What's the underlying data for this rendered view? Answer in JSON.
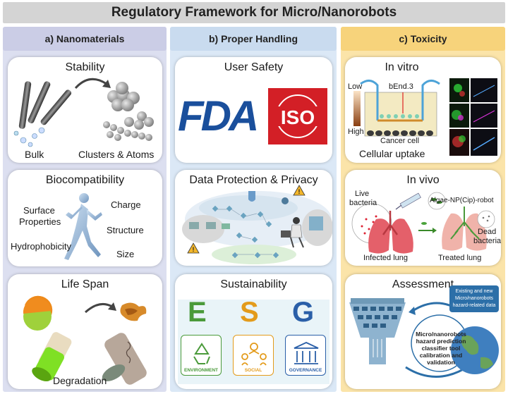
{
  "title": "Regulatory Framework for Micro/Nanorobots",
  "columns": {
    "a": {
      "header": "a) Nanomaterials",
      "stability": {
        "title": "Stability",
        "bulk": "Bulk",
        "clusters": "Clusters & Atoms"
      },
      "biocompat": {
        "title": "Biocompatibility",
        "surface_line1": "Surface",
        "surface_line2": "Properties",
        "charge": "Charge",
        "structure": "Structure",
        "hydrophobicity": "Hydrophobicity",
        "size": "Size"
      },
      "lifespan": {
        "title": "Life Span",
        "degradation": "Degradation"
      }
    },
    "b": {
      "header": "b) Proper Handling",
      "safety": {
        "title": "User Safety",
        "fda": "FDA",
        "iso": "ISO"
      },
      "privacy": {
        "title": "Data Protection & Privacy"
      },
      "sustain": {
        "title": "Sustainability",
        "e": "E",
        "s": "S",
        "g": "G",
        "environment": "ENVIRONMENT",
        "social": "SOCIAL",
        "governance": "GOVERNANCE"
      }
    },
    "c": {
      "header": "c) Toxicity",
      "invitro": {
        "title": "In vitro",
        "low": "Low",
        "high": "High",
        "bend": "bEnd.3",
        "cancer": "Cancer cell",
        "uptake": "Cellular uptake"
      },
      "invivo": {
        "title": "In vivo",
        "live_line1": "Live",
        "live_line2": "bacteria",
        "robot": "Algae-NP(Cip)-robot",
        "dead_line1": "Dead",
        "dead_line2": "bacteria",
        "infected": "Infected lung",
        "treated": "Treated lung"
      },
      "assessment": {
        "title": "Assessment",
        "globe_line1": "Existing and new",
        "globe_line2": "Micro/nanorobots",
        "globe_line3": "hazard-related data",
        "center_line1": "Micro/nanorobots",
        "center_line2": "hazard prediction",
        "center_line3": "classifier tool",
        "center_line4": "calibration and",
        "center_line5": "validation"
      }
    }
  },
  "colors": {
    "fda_blue": "#1a4f9c",
    "iso_red": "#d31f26",
    "esg_e": "#4a9a3a",
    "esg_s": "#e39b1b",
    "esg_g": "#2a5fa8"
  }
}
